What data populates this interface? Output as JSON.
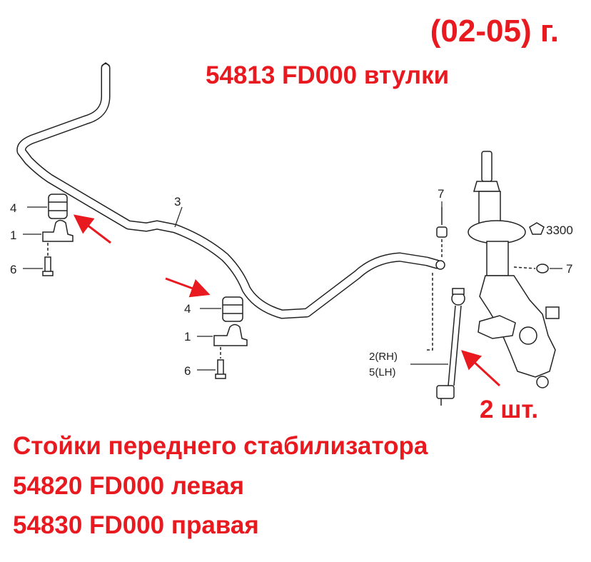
{
  "header": {
    "year_range": "(02-05) г.",
    "bushing_line": "54813 FD000  втулки"
  },
  "quantity": "2 шт.",
  "footer": {
    "line1": "Стойки переднего стабилизатора",
    "line2": "54820 FD000  левая",
    "line3": "54830 FD000  правая"
  },
  "callouts": {
    "c4a": "4",
    "c1a": "1",
    "c6a": "6",
    "c3": "3",
    "c4b": "4",
    "c1b": "1",
    "c6b": "6",
    "c7a": "7",
    "c7b": "7",
    "c3300": "3300",
    "c2": "2(RH)",
    "c5": "5(LH)"
  },
  "colors": {
    "accent": "#e8191f",
    "line": "#222222"
  }
}
